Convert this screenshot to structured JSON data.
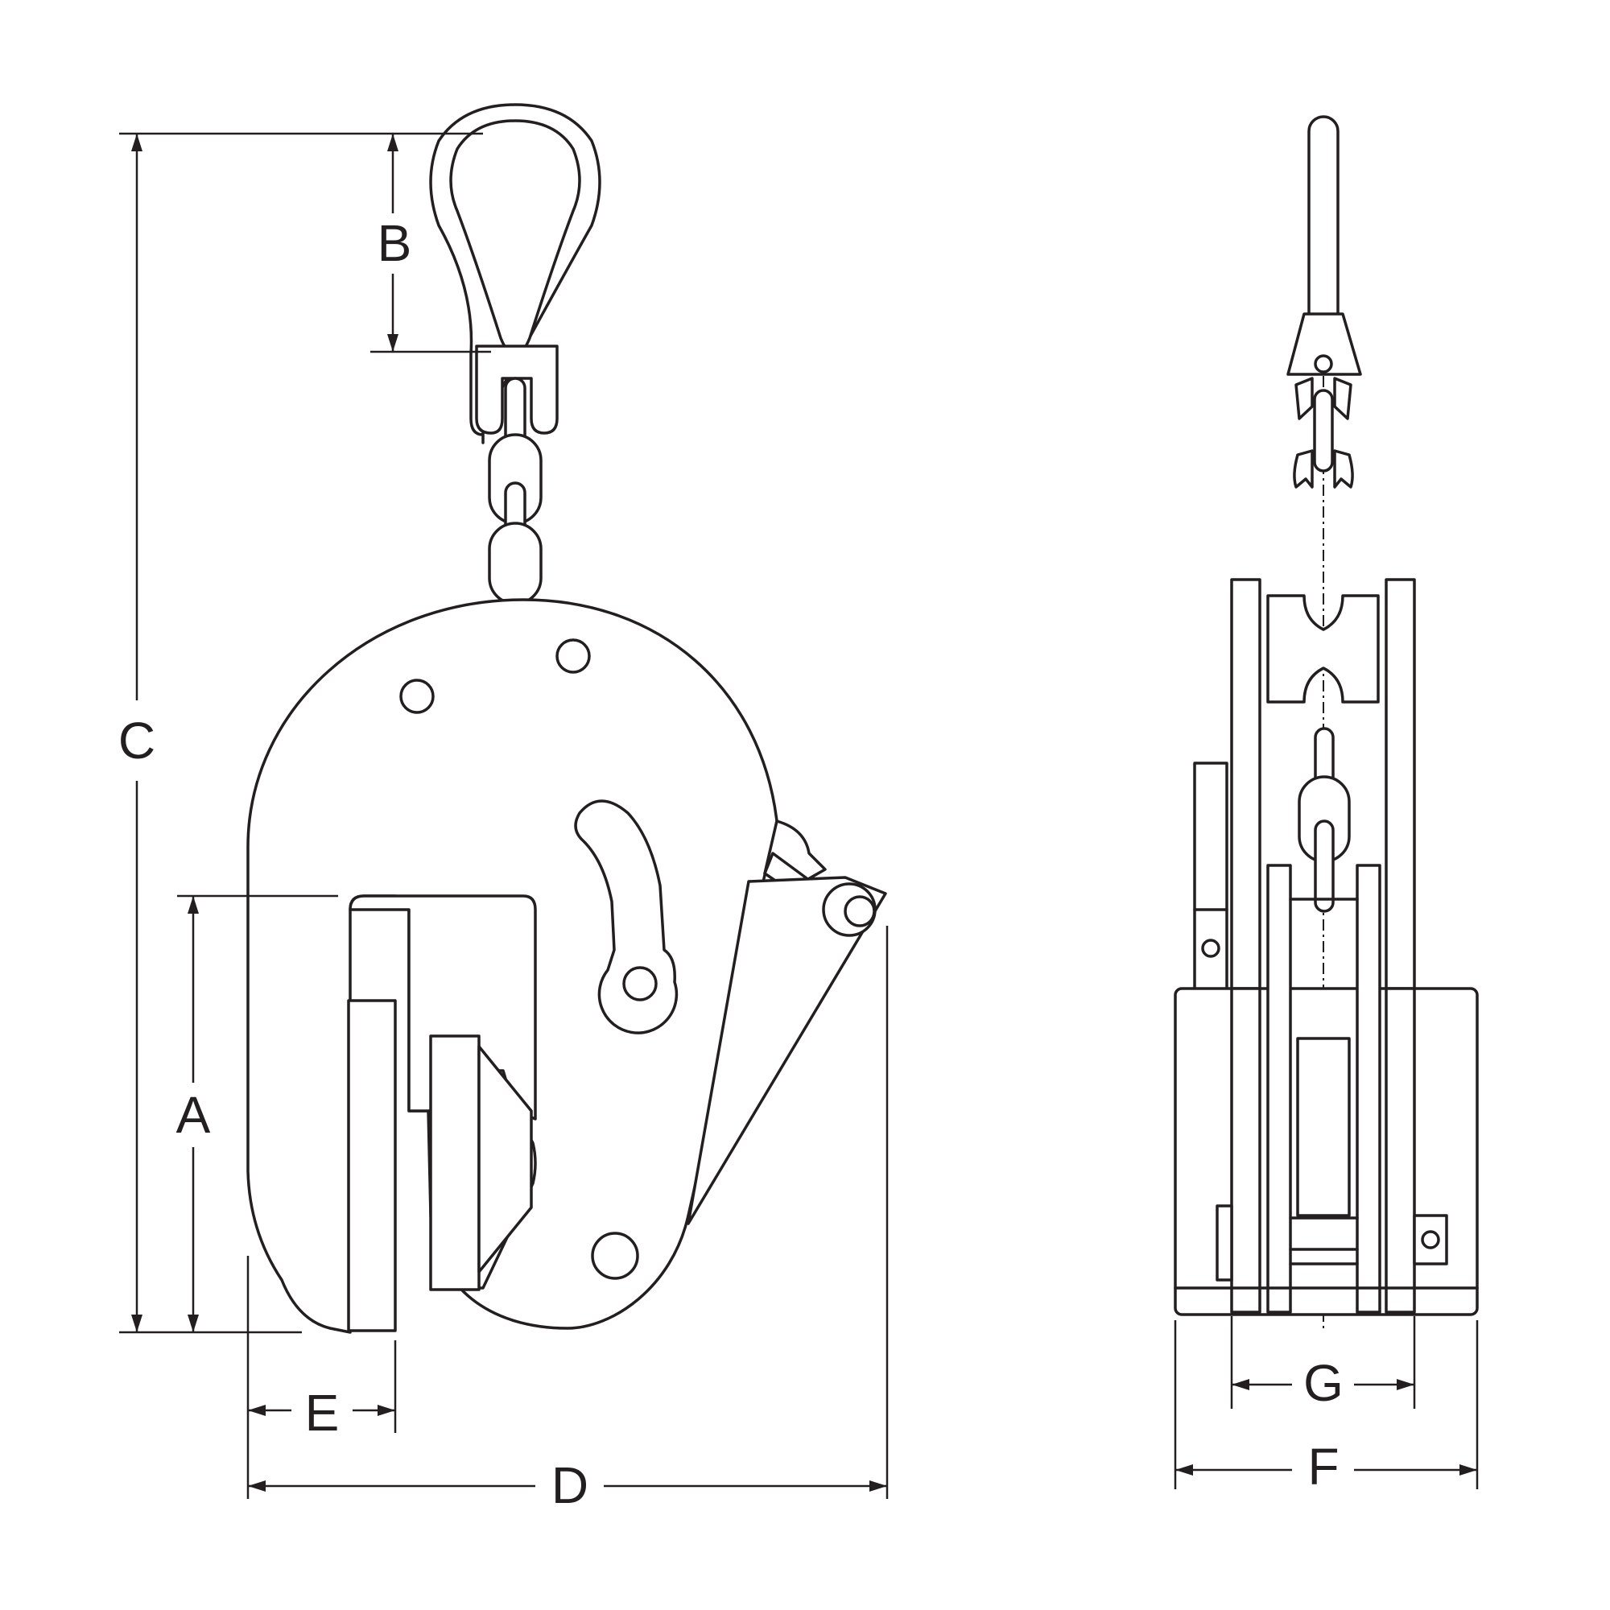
{
  "dimensions": {
    "A": "A",
    "B": "B",
    "C": "C",
    "D": "D",
    "E": "E",
    "F": "F",
    "G": "G"
  },
  "colors": {
    "line": "#231f20",
    "background": "#ffffff"
  }
}
